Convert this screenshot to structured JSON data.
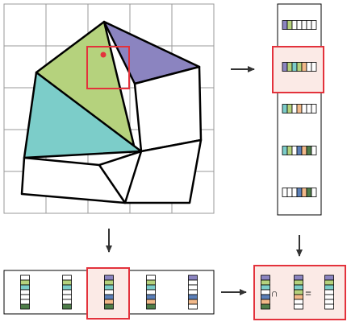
{
  "colors": {
    "green": "#b5d27d",
    "teal": "#7ccdc9",
    "purple": "#8b84c0",
    "orange": "#f2b98a",
    "blue": "#5b7fb8",
    "dark_green": "#4e7d49",
    "highlight": "#e3323c",
    "highlight_fill": "#fbeae6",
    "grid": "#9a9a9a",
    "red_dot": "#e3323c"
  },
  "operators": {
    "intersection": "∩",
    "equals": "="
  },
  "icons": {
    "right_arrow_top": "arrow-right-icon",
    "down_arrow_left": "arrow-down-icon",
    "down_arrow_right": "arrow-down-icon",
    "right_arrow_bottom": "arrow-right-icon"
  },
  "row_bitsets": [
    [
      "purple",
      "green",
      "white",
      "white",
      "white",
      "white",
      "white"
    ],
    [
      "purple",
      "green",
      "teal",
      "green",
      "orange",
      "white",
      "white"
    ],
    [
      "teal",
      "green",
      "white",
      "orange",
      "white",
      "white",
      "white"
    ],
    [
      "teal",
      "green",
      "white",
      "blue",
      "orange",
      "dark_green",
      "white"
    ],
    [
      "white",
      "white",
      "white",
      "blue",
      "orange",
      "dark_green",
      "white"
    ]
  ],
  "col_bitsets": [
    [
      "white",
      "green",
      "teal",
      "white",
      "white",
      "white",
      "dark_green"
    ],
    [
      "white",
      "green",
      "teal",
      "white",
      "white",
      "white",
      "dark_green"
    ],
    [
      "purple",
      "green",
      "teal",
      "white",
      "blue",
      "orange",
      "dark_green"
    ],
    [
      "white",
      "green",
      "teal",
      "white",
      "blue",
      "orange",
      "dark_green"
    ],
    [
      "purple",
      "white",
      "white",
      "white",
      "blue",
      "orange",
      "white"
    ]
  ],
  "highlighted_row": 1,
  "highlighted_col": 2,
  "result_operands": {
    "left": [
      "purple",
      "green",
      "teal",
      "white",
      "blue",
      "orange",
      "dark_green"
    ],
    "right": [
      "purple",
      "green",
      "teal",
      "green",
      "orange",
      "white",
      "white"
    ],
    "result": [
      "purple",
      "green",
      "teal",
      "white",
      "white",
      "white",
      "white"
    ]
  }
}
